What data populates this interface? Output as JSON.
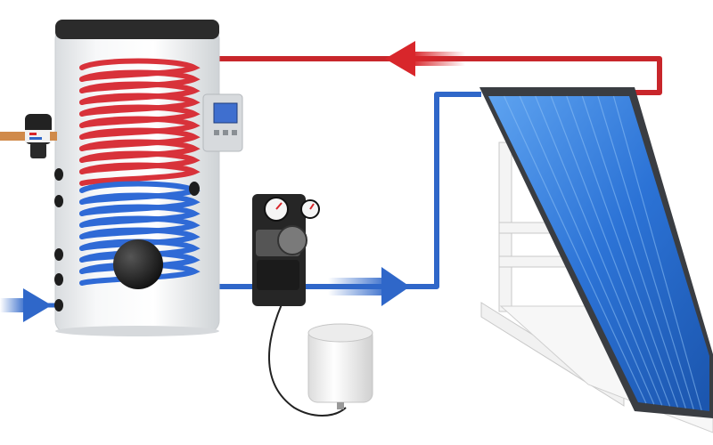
{
  "colors": {
    "background": "#ffffff",
    "hot_pipe": "#c8262b",
    "cold_pipe": "#2f67c9",
    "tank_body": "#eef0f1",
    "tank_cap": "#2b2b2b",
    "coil_hot": "#d8323a",
    "coil_cold": "#2f6ad6",
    "panel_glass": "#2a74d6",
    "panel_frame": "#3a3d42",
    "stand": "#f2f2f2",
    "pump_body": "#2a2a2a",
    "expansion_vessel": "#f4f4f4",
    "controller_screen": "#3f6fcf"
  },
  "components": {
    "storage_tank": "solar-storage-tank",
    "heat_exchanger_hot": "upper-heating-coil",
    "heat_exchanger_cold": "lower-solar-coil",
    "controller": "temperature-controller",
    "mixing_valve": "thermostatic-mixing-valve",
    "pump_station": "solar-pump-station",
    "expansion_vessel": "expansion-vessel",
    "collector": "flat-plate-solar-collector"
  },
  "flows": {
    "hot_return_arrow": "left",
    "solar_supply_arrow": "right",
    "cold_inlet_arrow": "right"
  }
}
